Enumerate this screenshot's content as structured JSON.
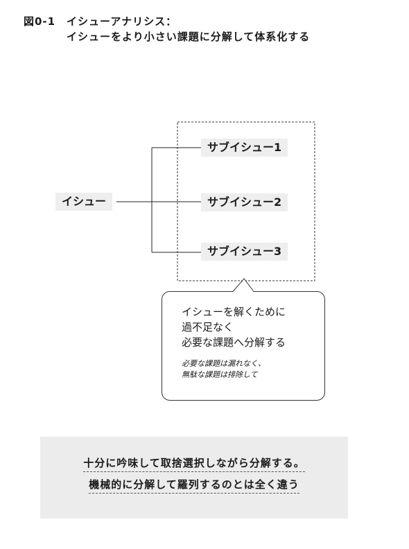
{
  "figure": {
    "number": "図0-1",
    "title_line1": "イシューアナリシス：",
    "title_line2": "イシューをより小さい課題に分解して体系化する"
  },
  "diagram": {
    "issue_label": "イシュー",
    "sub_issues": [
      "サブイシュー1",
      "サブイシュー2",
      "サブイシュー3"
    ]
  },
  "callout": {
    "main_lines": [
      "イシューを解くために",
      "過不足なく",
      "必要な課題へ分解する"
    ],
    "note_lines": [
      "必要な課題は漏れなく、",
      "無駄な課題は排除して"
    ]
  },
  "summary": {
    "lines": [
      "十分に吟味して取捨選択しながら分解する。",
      "機械的に分解して羅列するのとは全く違う"
    ]
  }
}
